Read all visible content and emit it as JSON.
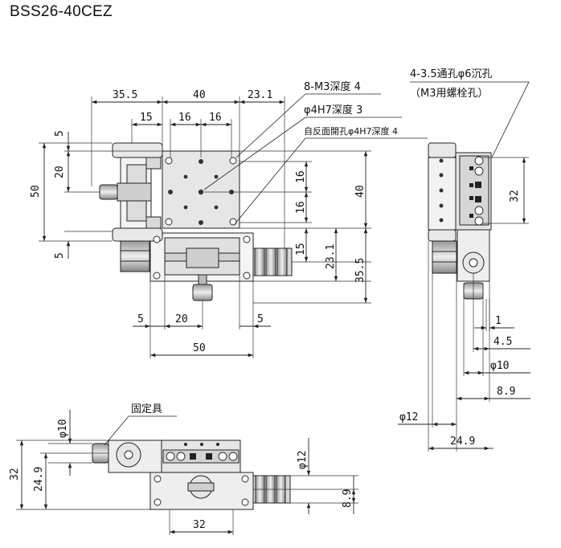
{
  "title": "BSS26-40CEZ",
  "annotations": {
    "m3_tap": "8-M3深度 4",
    "h7_hole": "φ4H7深度 3",
    "h7_back": "自反面開孔φ4H7深度 4",
    "through": "4-3.5通孔φ6沉孔",
    "through_sub": "（M3用螺栓孔）",
    "fixture": "固定具"
  },
  "dims": {
    "top_35_5": "35.5",
    "top_40": "40",
    "top_23_1": "23.1",
    "top_15": "15",
    "top_16a": "16",
    "top_16b": "16",
    "left_5a": "5",
    "left_20": "20",
    "left_50": "50",
    "left_5b": "5",
    "right_16a": "16",
    "right_16b": "16",
    "right_40": "40",
    "right_15": "15",
    "right_23_1": "23.1",
    "right_35_5": "35.5",
    "bot_5a": "5",
    "bot_20": "20",
    "bot_5b": "5",
    "bot_50": "50",
    "side_32": "32",
    "side_1": "1",
    "side_4_5": "4.5",
    "side_phi10": "φ10",
    "side_8_9": "8.9",
    "side_phi12": "φ12",
    "side_24_9": "24.9",
    "front_phi10": "φ10",
    "front_32": "32",
    "front_24_9": "24.9",
    "front_phi12": "φ12",
    "front_8_9": "8.9",
    "front_bot_32": "32"
  }
}
